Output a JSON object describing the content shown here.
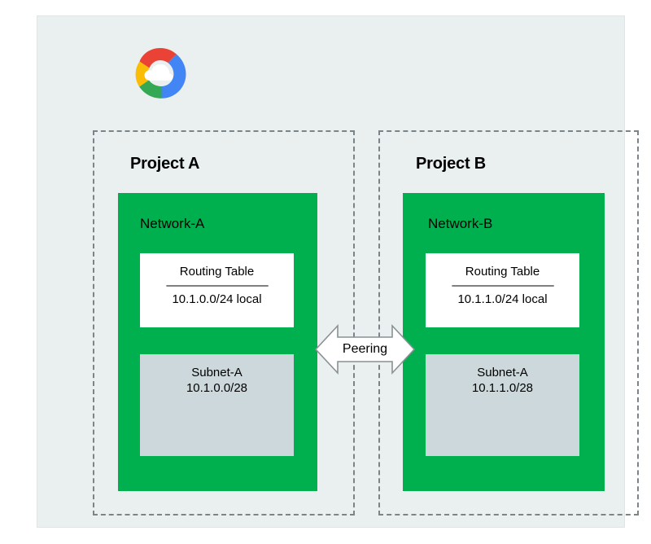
{
  "diagram": {
    "logo": {
      "name": "google-cloud-logo",
      "colors": {
        "red": "#EA4335",
        "blue": "#4285F4",
        "yellow": "#FBBC05",
        "green": "#34A853"
      }
    },
    "palette": {
      "panel_background": "#eaeff0",
      "panel_border": "#dfe4e5",
      "network_green": "#00b04f",
      "subnet_blue_gray": "#ccd8dc",
      "dashed_border": "#7b8486",
      "routing_white": "#ffffff",
      "arrow_outline": "#8a9193",
      "text": "#000000"
    },
    "projects": [
      {
        "title": "Project A",
        "network": {
          "label": "Network-A",
          "routing_table": {
            "title": "Routing Table",
            "divider": "—————————",
            "routes": [
              "10.1.0.0/24 local"
            ]
          },
          "subnet": {
            "name": "Subnet-A",
            "cidr": "10.1.0.0/28"
          }
        }
      },
      {
        "title": "Project B",
        "network": {
          "label": "Network-B",
          "routing_table": {
            "title": "Routing Table",
            "divider": "—————————",
            "routes": [
              "10.1.1.0/24 local"
            ]
          },
          "subnet": {
            "name": "Subnet-A",
            "cidr": "10.1.1.0/28"
          }
        }
      }
    ],
    "connector": {
      "label": "Peering",
      "icon": "double-headed-arrow-icon"
    }
  }
}
